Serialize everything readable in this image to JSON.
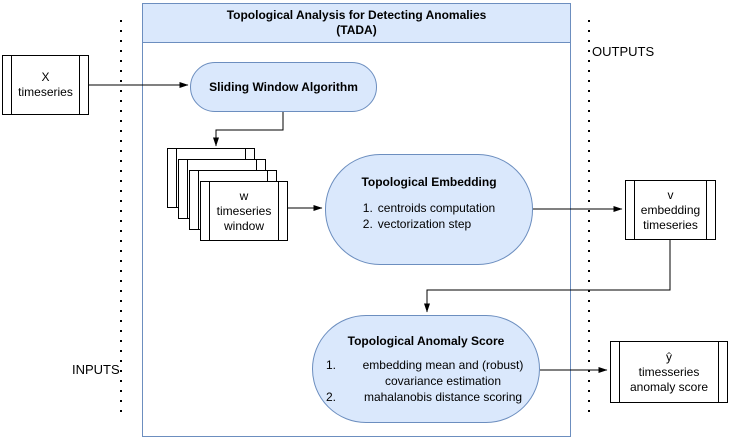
{
  "colors": {
    "node_fill": "#dae8fc",
    "node_stroke": "#6c8ebf",
    "line_color": "#000000"
  },
  "header": {
    "title_line1": "Topological Analysis for Detecting Anomalies",
    "title_line2": "(TADA)"
  },
  "labels": {
    "inputs": "INPUTS",
    "outputs": "OUTPUTS"
  },
  "nodes": {
    "x_timeseries": {
      "line1": "X",
      "line2": "timeseries"
    },
    "sliding_window": {
      "label": "Sliding Window Algorithm"
    },
    "w_window": {
      "line1": "w",
      "line2": "timeseries",
      "line3": "window"
    },
    "topological_embedding": {
      "title": "Topological Embedding",
      "items": [
        {
          "num": "1.",
          "text": "centroids computation"
        },
        {
          "num": "2.",
          "text": "vectorization step"
        }
      ]
    },
    "v_embedding": {
      "line1": "v",
      "line2": "embedding",
      "line3": "timeseries"
    },
    "anomaly_score": {
      "title": "Topological Anomaly Score",
      "items": [
        {
          "num": "1.",
          "text": "embedding mean and (robust) covariance estimation"
        },
        {
          "num": "2.",
          "text": "mahalanobis distance scoring"
        }
      ]
    },
    "y_hat": {
      "line1": "ŷ",
      "line2": "timesseries",
      "line3": "anomaly score"
    }
  }
}
